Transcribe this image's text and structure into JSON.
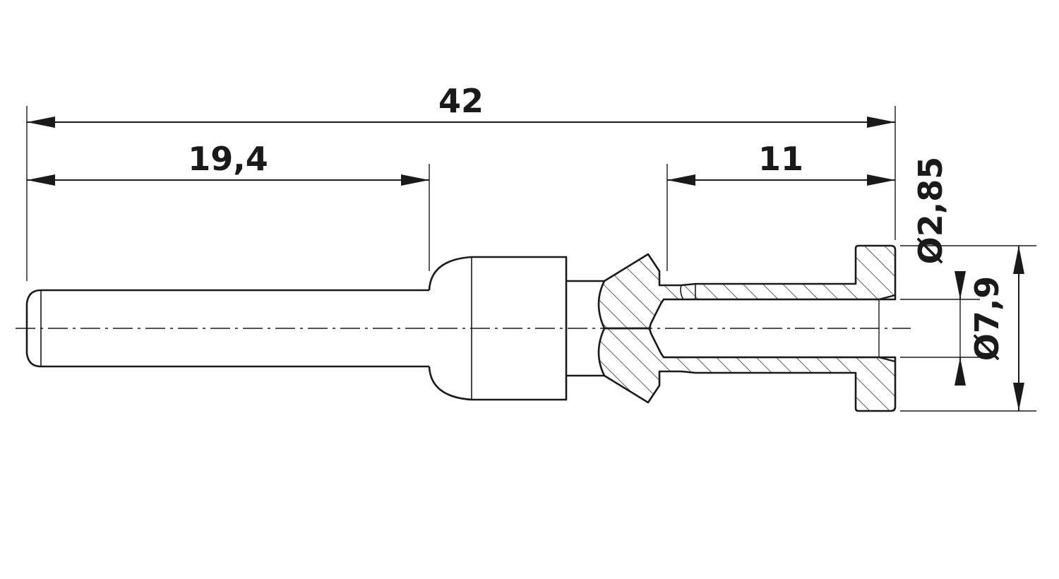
{
  "drawing": {
    "dimensions": {
      "overall_length": "42",
      "pin_length": "19,4",
      "crimp_length": "11",
      "inner_diameter": "Ø2,85",
      "outer_diameter": "Ø7,9"
    },
    "colors": {
      "line": "#1a1a1a",
      "background": "#ffffff"
    }
  }
}
